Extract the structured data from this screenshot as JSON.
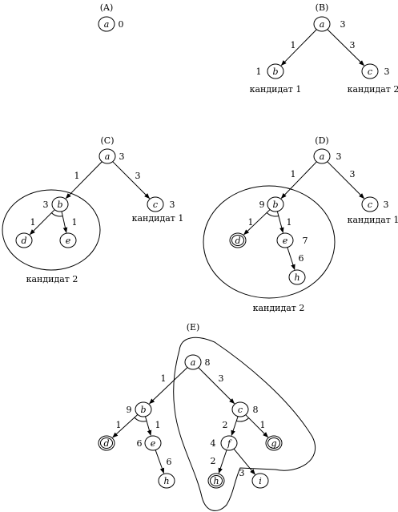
{
  "panels": [
    {
      "id": "A",
      "title": "(A)",
      "nodes": [
        {
          "id": "a",
          "label": "a",
          "value": "0"
        }
      ],
      "edges": [],
      "candidates": []
    },
    {
      "id": "B",
      "title": "(B)",
      "nodes": [
        {
          "id": "a",
          "label": "a",
          "value": "3"
        },
        {
          "id": "b",
          "label": "b",
          "value": "1"
        },
        {
          "id": "c",
          "label": "c",
          "value": "3"
        }
      ],
      "edges": [
        {
          "from": "a",
          "to": "b",
          "cost": "1"
        },
        {
          "from": "a",
          "to": "c",
          "cost": "3"
        }
      ],
      "candidates": [
        "кандидат 1",
        "кандидат 2"
      ]
    },
    {
      "id": "C",
      "title": "(C)",
      "nodes": [
        {
          "id": "a",
          "label": "a",
          "value": "3"
        },
        {
          "id": "b",
          "label": "b",
          "value": "3"
        },
        {
          "id": "c",
          "label": "c",
          "value": "3"
        },
        {
          "id": "d",
          "label": "d",
          "value": ""
        },
        {
          "id": "e",
          "label": "e",
          "value": ""
        }
      ],
      "edges": [
        {
          "from": "a",
          "to": "b",
          "cost": "1"
        },
        {
          "from": "a",
          "to": "c",
          "cost": "3"
        },
        {
          "from": "b",
          "to": "d",
          "cost": "1"
        },
        {
          "from": "b",
          "to": "e",
          "cost": "1"
        }
      ],
      "candidates": [
        "кандидат 1",
        "кандидат 2"
      ]
    },
    {
      "id": "D",
      "title": "(D)",
      "nodes": [
        {
          "id": "a",
          "label": "a",
          "value": "3"
        },
        {
          "id": "b",
          "label": "b",
          "value": "9"
        },
        {
          "id": "c",
          "label": "c",
          "value": "3"
        },
        {
          "id": "d",
          "label": "d",
          "value": "",
          "terminal": true
        },
        {
          "id": "e",
          "label": "e",
          "value": "7"
        },
        {
          "id": "h",
          "label": "h",
          "value": ""
        }
      ],
      "edges": [
        {
          "from": "a",
          "to": "b",
          "cost": "1"
        },
        {
          "from": "a",
          "to": "c",
          "cost": "3"
        },
        {
          "from": "b",
          "to": "d",
          "cost": "1"
        },
        {
          "from": "b",
          "to": "e",
          "cost": "1"
        },
        {
          "from": "e",
          "to": "h",
          "cost": "6"
        }
      ],
      "candidates": [
        "кандидат 1",
        "кандидат 2"
      ]
    },
    {
      "id": "E",
      "title": "(E)",
      "nodes": [
        {
          "id": "a",
          "label": "a",
          "value": "8"
        },
        {
          "id": "b",
          "label": "b",
          "value": "9"
        },
        {
          "id": "c",
          "label": "c",
          "value": "8"
        },
        {
          "id": "d",
          "label": "d",
          "value": "",
          "terminal": true
        },
        {
          "id": "e",
          "label": "e",
          "value": "6"
        },
        {
          "id": "f",
          "label": "f",
          "value": "4"
        },
        {
          "id": "g",
          "label": "g",
          "value": "",
          "terminal": true
        },
        {
          "id": "h1",
          "label": "h",
          "value": ""
        },
        {
          "id": "h2",
          "label": "h",
          "value": "",
          "terminal": true
        },
        {
          "id": "i",
          "label": "i",
          "value": ""
        }
      ],
      "edges": [
        {
          "from": "a",
          "to": "b",
          "cost": "1"
        },
        {
          "from": "a",
          "to": "c",
          "cost": "3"
        },
        {
          "from": "b",
          "to": "d",
          "cost": "1"
        },
        {
          "from": "b",
          "to": "e",
          "cost": "1"
        },
        {
          "from": "e",
          "to": "h1",
          "cost": "6"
        },
        {
          "from": "c",
          "to": "f",
          "cost": "2"
        },
        {
          "from": "c",
          "to": "g",
          "cost": "1"
        },
        {
          "from": "f",
          "to": "h2",
          "cost": "2"
        },
        {
          "from": "f",
          "to": "i",
          "cost": "3"
        }
      ],
      "candidates": []
    }
  ]
}
